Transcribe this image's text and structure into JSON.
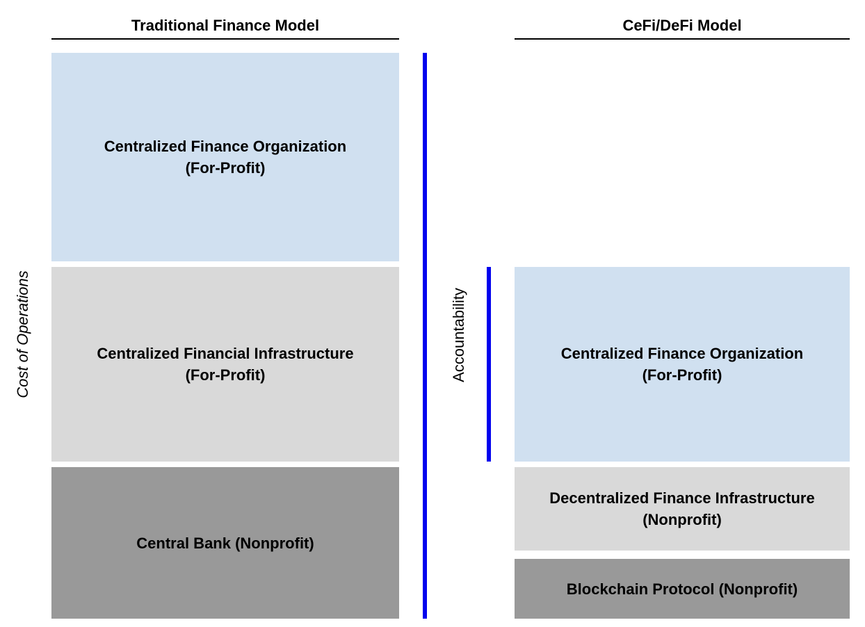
{
  "left_model": {
    "title": "Traditional Finance Model",
    "blocks": [
      {
        "line1": "Centralized Finance Organization",
        "line2": "(For-Profit)"
      },
      {
        "line1": "Centralized Financial Infrastructure",
        "line2": "(For-Profit)"
      },
      {
        "line1": "Central Bank (Nonprofit)"
      }
    ]
  },
  "right_model": {
    "title": "CeFi/DeFi Model",
    "blocks": [
      {
        "line1": "Centralized Finance Organization",
        "line2": "(For-Profit)"
      },
      {
        "line1": "Decentralized Finance Infrastructure",
        "line2": "(Nonprofit)"
      },
      {
        "line1": "Blockchain Protocol (Nonprofit)"
      }
    ]
  },
  "axes": {
    "left_label": "Cost of Operations",
    "middle_label": "Accountability"
  },
  "colors": {
    "blue_block": "#d0e0f0",
    "light_gray_block": "#d9d9d9",
    "dark_gray_block": "#999999",
    "accent_bar": "#0000ee"
  }
}
